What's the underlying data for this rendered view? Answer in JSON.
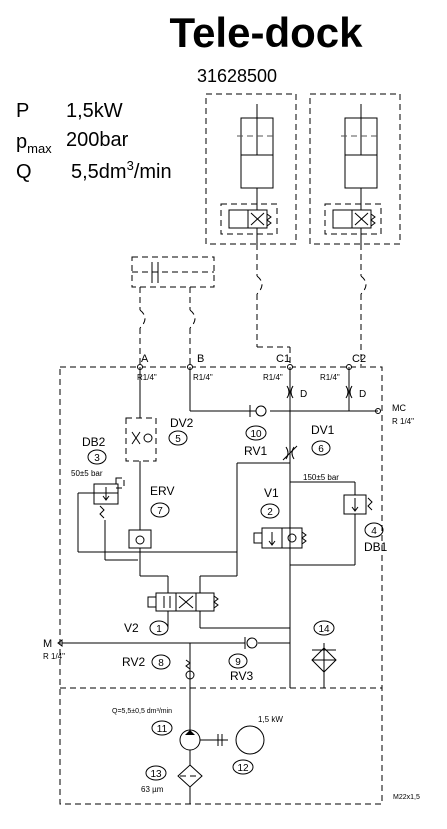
{
  "title": "Tele-dock",
  "part_number": "31628500",
  "specs": {
    "power_sym": "P",
    "power_val": "1,5kW",
    "pmax_sym": "p",
    "pmax_sub": "max",
    "pmax_val": "200bar",
    "flow_sym": "Q",
    "flow_val": "5,5dm",
    "flow_sup": "3",
    "flow_unit": "/min"
  },
  "ports": {
    "a": "A",
    "b": "B",
    "c1": "C1",
    "c2": "C2",
    "a_thread": "R1/4\"",
    "b_thread": "R1/4\"",
    "c1_thread": "R1/4\"",
    "c2_thread": "R1/4\"",
    "d1": "D",
    "d2": "D",
    "mc": "MC",
    "mc_thread": "R 1/4\"",
    "m": "M",
    "m_thread": "R 1/4\"",
    "drain": "M22x1,5"
  },
  "components": {
    "dv2": "DV2",
    "dv2_num": "5",
    "db2": "DB2",
    "db2_num": "3",
    "db2_setting": "50±5 bar",
    "erv": "ERV",
    "erv_num": "7",
    "rv1": "RV1",
    "rv1_num": "10",
    "dv1": "DV1",
    "dv1_num": "6",
    "v1": "V1",
    "v1_num": "2",
    "db1": "DB1",
    "db1_num": "4",
    "db1_setting": "150±5 bar",
    "v2": "V2",
    "v2_num": "1",
    "rv2": "RV2",
    "rv2_num": "8",
    "rv3": "RV3",
    "rv3_num": "9",
    "filter_num": "14",
    "pump_num": "11",
    "pump_flow": "Q=5,5±0,5 dm³/min",
    "motor_num": "12",
    "motor_power": "1,5 kW",
    "suction_num": "13",
    "suction_mesh": "63 µm"
  }
}
